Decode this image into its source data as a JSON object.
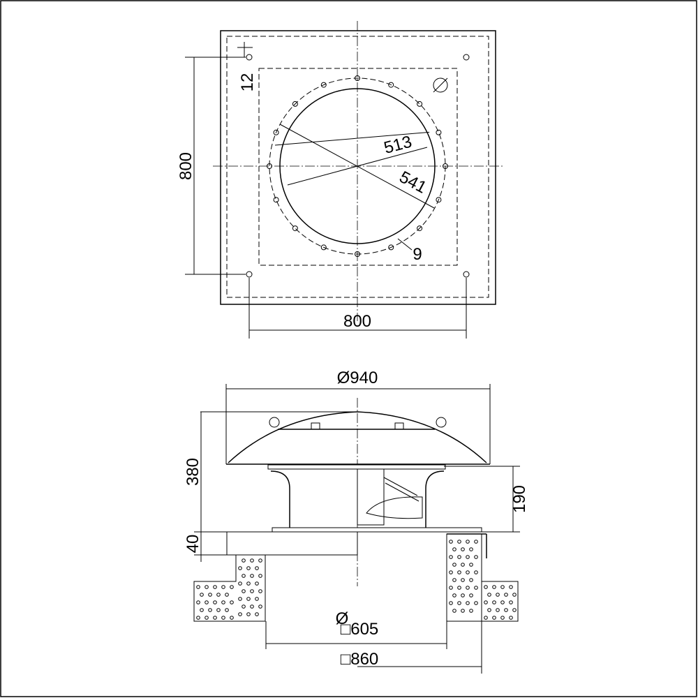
{
  "top_view": {
    "dim_height": "800",
    "dim_width": "800",
    "dim_offset": "12",
    "dim_inner_diameter": "513",
    "dim_bolt_circle": "541",
    "dim_hole": "9"
  },
  "side_view": {
    "dim_hood_diameter": "Ø940",
    "dim_total_height": "380",
    "dim_curb_height": "40",
    "dim_housing_height": "190",
    "dim_opening_symbol": "Ø",
    "dim_opening": "□605",
    "dim_curb_outer": "□860"
  }
}
